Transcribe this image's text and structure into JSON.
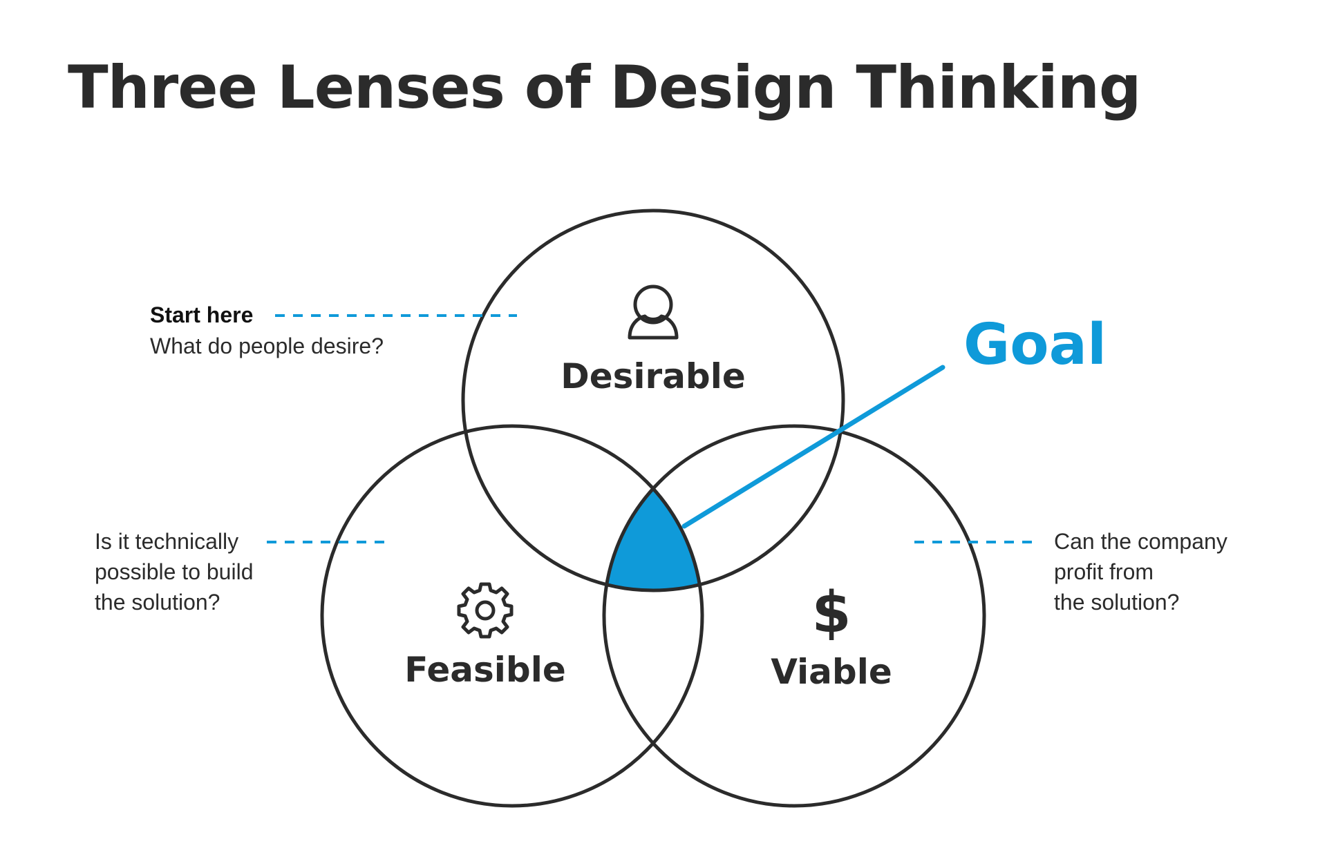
{
  "title": "Three Lenses of Design Thinking",
  "lenses": {
    "desirable": {
      "label": "Desirable",
      "icon": "person-icon"
    },
    "feasible": {
      "label": "Feasible",
      "icon": "gear-icon"
    },
    "viable": {
      "label": "Viable",
      "icon": "dollar-icon",
      "symbol": "$"
    }
  },
  "goal": {
    "label": "Goal"
  },
  "notes": {
    "desirable": {
      "heading": "Start here",
      "lines": [
        "What do people desire?"
      ]
    },
    "feasible": {
      "lines": [
        "Is it technically",
        "possible to build",
        "the solution?"
      ]
    },
    "viable": {
      "lines": [
        "Can the company",
        "profit from",
        "the solution?"
      ]
    }
  },
  "colors": {
    "accent": "#0f9ad9",
    "ink": "#2b2b2b",
    "background": "#ffffff"
  }
}
